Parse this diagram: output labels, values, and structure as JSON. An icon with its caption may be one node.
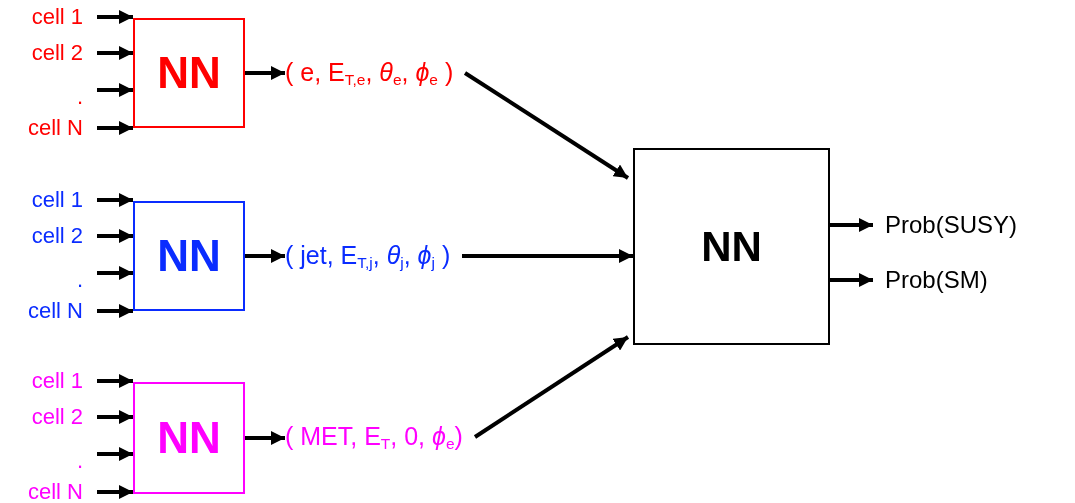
{
  "diagram": {
    "nodes": [
      {
        "text": [
          "cell 1"
        ]
      },
      {
        "text": [
          "cell 2"
        ]
      },
      {
        "text": [
          "."
        ]
      },
      {
        "text": [
          "cell N"
        ]
      },
      {
        "text": [
          "NN"
        ]
      },
      {
        "text": [
          "( e, E$_{T,e}$, *θ*$_{e}$, *ϕ*$_{e}$ )"
        ]
      },
      {
        "text": [
          "cell 1"
        ]
      },
      {
        "text": [
          "cell 2"
        ]
      },
      {
        "text": [
          "."
        ]
      },
      {
        "text": [
          "cell N"
        ]
      },
      {
        "text": [
          "NN"
        ]
      },
      {
        "text": [
          "( jet, E$_{T,j}$, *θ*$_{j}$, *ϕ*$_{j}$ )"
        ]
      },
      {
        "text": [
          "cell 1"
        ]
      },
      {
        "text": [
          "cell 2"
        ]
      },
      {
        "text": [
          "."
        ]
      },
      {
        "text": [
          "cell N"
        ]
      },
      {
        "text": [
          "NN"
        ]
      },
      {
        "text": [
          "( MET, E$_{T}$, 0, *ϕ*$_{e}$)"
        ]
      },
      {
        "text": [
          "NN"
        ]
      },
      {
        "text": [
          "Prob(SUSY)"
        ]
      },
      {
        "text": [
          "Prob(SM)"
        ]
      }
    ],
    "edges": [
      {
        "from": 0,
        "to": 4,
        "arrow": "to"
      },
      {
        "from": 1,
        "to": 4,
        "arrow": "to"
      },
      {
        "from": 2,
        "to": 4,
        "arrow": "to"
      },
      {
        "from": 3,
        "to": 4,
        "arrow": "to"
      },
      {
        "from": 4,
        "to": 5,
        "arrow": "to"
      },
      {
        "from": 5,
        "to": 18,
        "arrow": "to"
      },
      {
        "from": 6,
        "to": 10,
        "arrow": "to"
      },
      {
        "from": 7,
        "to": 10,
        "arrow": "to"
      },
      {
        "from": 8,
        "to": 10,
        "arrow": "to"
      },
      {
        "from": 9,
        "to": 10,
        "arrow": "to"
      },
      {
        "from": 10,
        "to": 11,
        "arrow": "to"
      },
      {
        "from": 11,
        "to": 18,
        "arrow": "to"
      },
      {
        "from": 12,
        "to": 16,
        "arrow": "to"
      },
      {
        "from": 13,
        "to": 16,
        "arrow": "to"
      },
      {
        "from": 14,
        "to": 16,
        "arrow": "to"
      },
      {
        "from": 15,
        "to": 16,
        "arrow": "to"
      },
      {
        "from": 16,
        "to": 17,
        "arrow": "to"
      },
      {
        "from": 17,
        "to": 18,
        "arrow": "to"
      },
      {
        "from": 18,
        "to": 19,
        "arrow": "to"
      },
      {
        "from": 18,
        "to": 20,
        "arrow": "to"
      }
    ]
  }
}
